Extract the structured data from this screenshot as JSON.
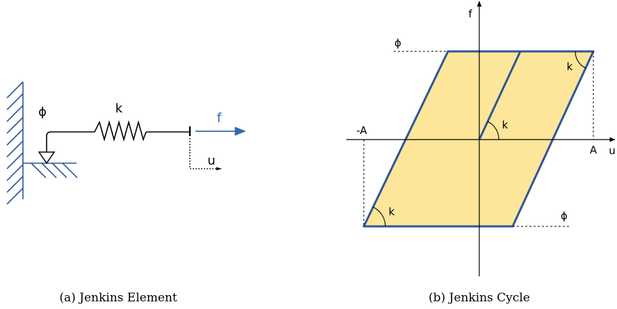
{
  "figure": {
    "colors": {
      "wall": "#2f5597",
      "force_arrow": "#3569a8",
      "cycle_fill": "#fde699",
      "cycle_stroke": "#2f5597",
      "ink": "#000000"
    },
    "element": {
      "friction_label": "ϕ",
      "spring_label": "k",
      "force_label": "f",
      "displacement_label": "u",
      "caption": "(a) Jenkins Element"
    },
    "cycle": {
      "y_axis_label": "f",
      "x_axis_label": "u",
      "amplitude_pos_label": "A",
      "amplitude_neg_label": "-A",
      "friction_top_label": "ϕ",
      "friction_bottom_label": "ϕ",
      "stiffness_labels": [
        "k",
        "k",
        "k"
      ],
      "caption": "(b) Jenkins Cycle"
    }
  }
}
